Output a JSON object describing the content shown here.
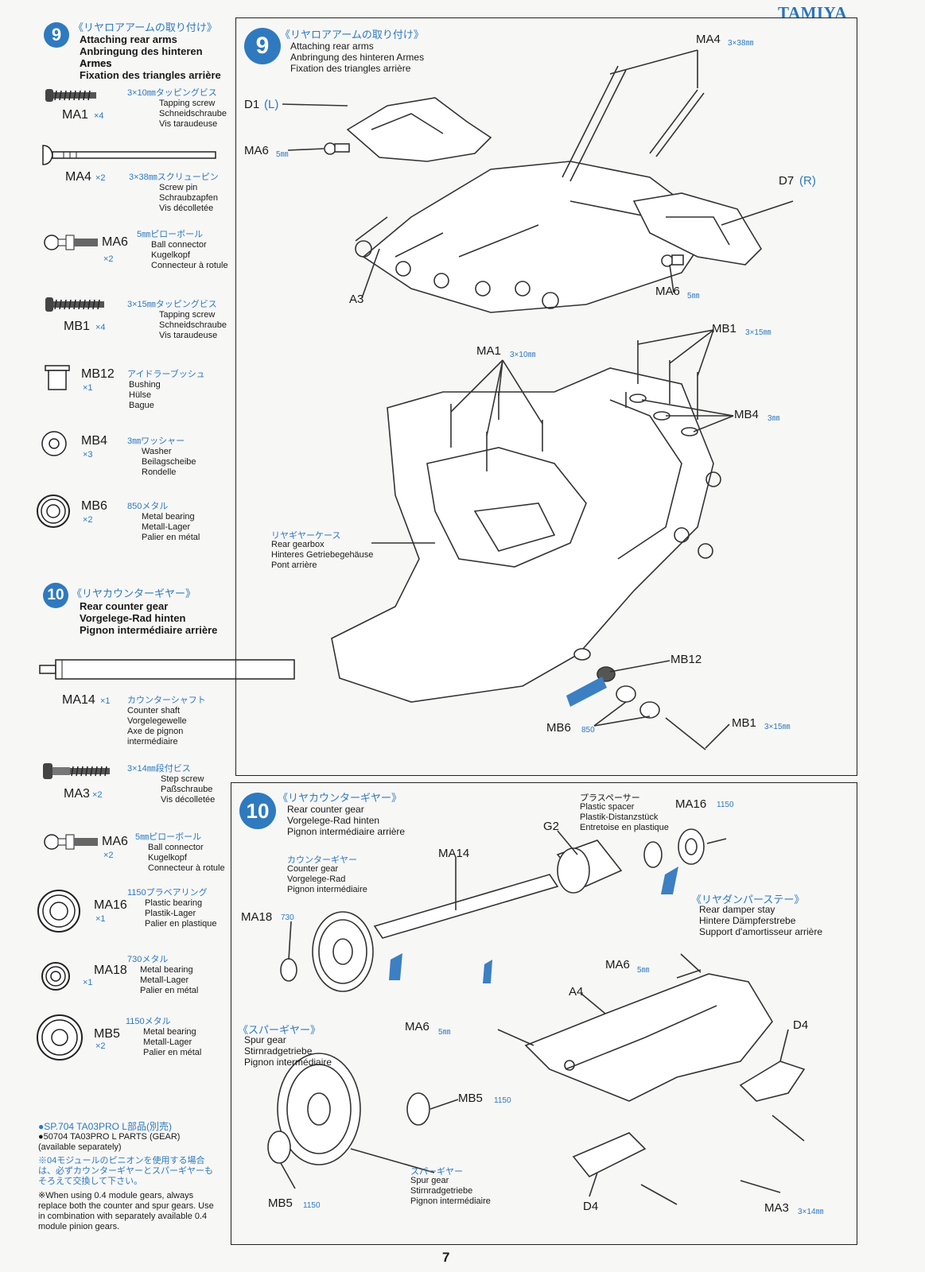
{
  "brand": "TAMIYA",
  "page_number": "7",
  "sidebar": {
    "step9": {
      "num": "9",
      "jp": "《リヤロアアームの取り付け》",
      "en": "Attaching rear arms",
      "de": "Anbringung des hinteren Armes",
      "fr": "Fixation des triangles arrière"
    },
    "parts9": [
      {
        "code": "MA1",
        "qty": "×4",
        "jp": "3×10㎜タッピングビス",
        "desc": "Tapping screw\nSchneidschraube\nVis taraudeuse"
      },
      {
        "code": "MA4",
        "qty": "×2",
        "jp": "3×38㎜スクリューピン",
        "desc": "Screw pin\nSchraubzapfen\nVis décolletée"
      },
      {
        "code": "MA6",
        "qty": "×2",
        "jp": "5㎜ピローボール",
        "desc": "Ball connector\nKugelkopf\nConnecteur à rotule"
      },
      {
        "code": "MB1",
        "qty": "×4",
        "jp": "3×15㎜タッピングビス",
        "desc": "Tapping screw\nSchneidschraube\nVis taraudeuse"
      },
      {
        "code": "MB12",
        "qty": "×1",
        "jp": "アイドラーブッシュ",
        "desc": "Bushing\nHülse\nBague"
      },
      {
        "code": "MB4",
        "qty": "×3",
        "jp": "3㎜ワッシャー",
        "desc": "Washer\nBeilagscheibe\nRondelle"
      },
      {
        "code": "MB6",
        "qty": "×2",
        "jp": "850メタル",
        "desc": "Metal bearing\nMetall-Lager\nPalier en métal"
      }
    ],
    "step10": {
      "num": "10",
      "jp": "《リヤカウンターギヤー》",
      "en": "Rear counter gear",
      "de": "Vorgelege-Rad hinten",
      "fr": "Pignon intermédiaire arrière"
    },
    "parts10": [
      {
        "code": "MA14",
        "qty": "×1",
        "jp": "カウンターシャフト",
        "desc": "Counter shaft\nVorgelegewelle\nAxe de pignon\nintermédiaire"
      },
      {
        "code": "MA3",
        "qty": "×2",
        "jp": "3×14㎜段付ビス",
        "desc": "Step screw\nPaßschraube\nVis décolletée"
      },
      {
        "code": "MA6",
        "qty": "×2",
        "jp": "5㎜ピローボール",
        "desc": "Ball connector\nKugelkopf\nConnecteur à rotule"
      },
      {
        "code": "MA16",
        "qty": "×1",
        "jp": "1150プラベアリング",
        "desc": "Plastic bearing\nPlastik-Lager\nPalier en plastique"
      },
      {
        "code": "MA18",
        "qty": "×1",
        "jp": "730メタル",
        "desc": "Metal bearing\nMetall-Lager\nPalier en métal"
      },
      {
        "code": "MB5",
        "qty": "×2",
        "jp": "1150メタル",
        "desc": "Metal bearing\nMetall-Lager\nPalier en métal"
      }
    ],
    "note": {
      "sp_title": "●SP.704 TA03PRO L部品(別売)",
      "sp_en": "●50704 TA03PRO L PARTS (GEAR)\n(available separately)",
      "jp": "※04モジュールのピニオンを使用する場合\nは、必ずカウンターギヤーとスパーギヤーも\nそろえて交換して下さい。",
      "en": "※When using 0.4 module gears, always\nreplace both the counter and spur gears. Use\nin combination with separately available 0.4\nmodule pinion gears."
    }
  },
  "panel9": {
    "num": "9",
    "jp": "《リヤロアアームの取り付け》",
    "en": "Attaching rear arms\nAnbringung des hinteren Armes\nFixation des triangles arrière",
    "labels": {
      "ma4": "MA4",
      "ma4_size": "3×38㎜",
      "d1": "D1",
      "d1_side": "(L)",
      "ma6_a": "MA6",
      "ma6_a_size": "5㎜",
      "d7": "D7",
      "d7_side": "(R)",
      "a3": "A3",
      "ma6_b": "MA6",
      "ma6_b_size": "5㎜",
      "mb1_a": "MB1",
      "mb1_a_size": "3×15㎜",
      "ma1": "MA1",
      "ma1_size": "3×10㎜",
      "mb4": "MB4",
      "mb4_size": "3㎜",
      "gearbox_jp": "リヤギヤーケース",
      "gearbox": "Rear gearbox\nHinteres Getriebegehäuse\nPont arrière",
      "mb12": "MB12",
      "mb6": "MB6",
      "mb6_size": "850",
      "mb1_b": "MB1",
      "mb1_b_size": "3×15㎜"
    }
  },
  "panel10": {
    "num": "10",
    "jp": "《リヤカウンターギヤー》",
    "en": "Rear counter gear\nVorgelege-Rad hinten\nPignon intermédiaire arrière",
    "labels": {
      "spacer_jp": "プラスペーサー",
      "spacer": "Plastic spacer\nPlastik-Distanzstück\nEntretoise en plastique",
      "ma16": "MA16",
      "ma16_size": "1150",
      "g2": "G2",
      "counter_jp": "カウンターギヤー",
      "counter": "Counter gear\nVorgelege-Rad\nPignon intermédiaire",
      "ma14": "MA14",
      "ma18": "MA18",
      "ma18_size": "730",
      "stay_jp": "《リヤダンパーステー》",
      "stay": "Rear damper stay\nHintere Dämpferstrebe\nSupport d'amortisseur arrière",
      "ma6_a": "MA6",
      "ma6_a_size": "5㎜",
      "a4": "A4",
      "spur_jp": "《スパーギヤー》",
      "spur": "Spur gear\nStirnradgetriebe\nPignon intermédiaire",
      "ma6_b": "MA6",
      "ma6_b_size": "5㎜",
      "d4_a": "D4",
      "mb5_a": "MB5",
      "mb5_a_size": "1150",
      "spur2_jp": "スパーギヤー",
      "spur2": "Spur gear\nStirnradgetriebe\nPignon intermédiaire",
      "mb5_b": "MB5",
      "mb5_b_size": "1150",
      "d4_b": "D4",
      "ma3": "MA3",
      "ma3_size": "3×14㎜"
    }
  }
}
